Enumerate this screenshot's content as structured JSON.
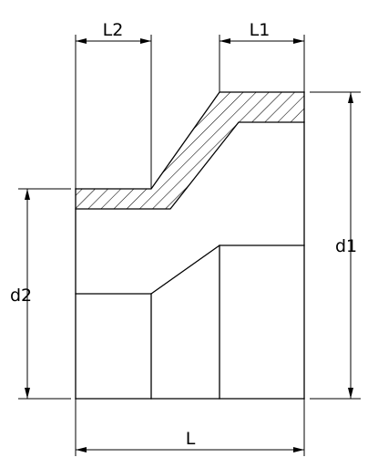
{
  "labels": {
    "L1": "L1",
    "L2": "L2",
    "L": "L",
    "d1": "d1",
    "d2": "d2"
  }
}
